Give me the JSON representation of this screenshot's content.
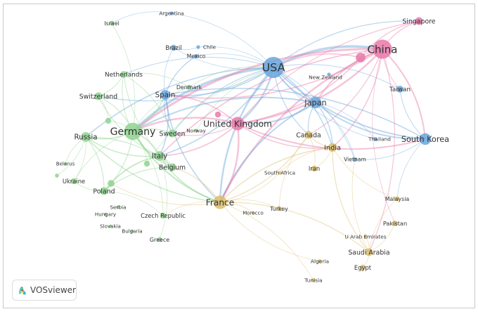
{
  "colors": {
    "cluster_blue": "#6aa6dc",
    "cluster_pink": "#e879a9",
    "cluster_green": "#8fd38f",
    "cluster_yellow": "#dcbd6c"
  },
  "branding": {
    "logo_text": "VOSviewer",
    "logo_icon": "vosviewer-logo-icon"
  },
  "nodes": [
    {
      "id": "USA",
      "label": "USA",
      "cluster": "blue",
      "weight": 10
    },
    {
      "id": "China",
      "label": "China",
      "cluster": "pink",
      "weight": 9
    },
    {
      "id": "pink2",
      "label": "",
      "cluster": "pink",
      "weight": 4
    },
    {
      "id": "Singapore",
      "label": "Singapore",
      "cluster": "pink",
      "weight": 3
    },
    {
      "id": "Taiwan",
      "label": "Taiwan",
      "cluster": "blue",
      "weight": 2.5
    },
    {
      "id": "Japan",
      "label": "Japan",
      "cluster": "blue",
      "weight": 5
    },
    {
      "id": "South Korea",
      "label": "South Korea",
      "cluster": "blue",
      "weight": 5
    },
    {
      "id": "Thailand",
      "label": "Thailand",
      "cluster": "blue",
      "weight": 1
    },
    {
      "id": "New Zealand",
      "label": "New Zealand",
      "cluster": "blue",
      "weight": 0.8
    },
    {
      "id": "Vietnam",
      "label": "Vietnam",
      "cluster": "blue",
      "weight": 1.2
    },
    {
      "id": "Canada",
      "label": "Canada",
      "cluster": "yellow",
      "weight": 3
    },
    {
      "id": "India",
      "label": "India",
      "cluster": "yellow",
      "weight": 3.5
    },
    {
      "id": "Iran",
      "label": "Iran",
      "cluster": "yellow",
      "weight": 2
    },
    {
      "id": "South Africa",
      "label": "South Africa",
      "cluster": "yellow",
      "weight": 0.8
    },
    {
      "id": "Turkey",
      "label": "Turkey",
      "cluster": "yellow",
      "weight": 1.5
    },
    {
      "id": "Morocco",
      "label": "Morocco",
      "cluster": "yellow",
      "weight": 0.6
    },
    {
      "id": "France",
      "label": "France",
      "cluster": "yellow",
      "weight": 6
    },
    {
      "id": "Malaysia",
      "label": "Malaysia",
      "cluster": "yellow",
      "weight": 1.5
    },
    {
      "id": "Pakistan",
      "label": "Pakistan",
      "cluster": "yellow",
      "weight": 1.8
    },
    {
      "id": "U Arab Emirates",
      "label": "U Arab Emirates",
      "cluster": "yellow",
      "weight": 0.8
    },
    {
      "id": "Saudi Arabia",
      "label": "Saudi Arabia",
      "cluster": "yellow",
      "weight": 3
    },
    {
      "id": "Egypt",
      "label": "Egypt",
      "cluster": "yellow",
      "weight": 2
    },
    {
      "id": "Algeria",
      "label": "Algeria",
      "cluster": "yellow",
      "weight": 1
    },
    {
      "id": "Tunisia",
      "label": "Tunisia",
      "cluster": "yellow",
      "weight": 1
    },
    {
      "id": "United Kingdom",
      "label": "United Kingdom",
      "cluster": "pink",
      "weight": 6
    },
    {
      "id": "pink3",
      "label": "",
      "cluster": "pink",
      "weight": 2
    },
    {
      "id": "Germany",
      "label": "Germany",
      "cluster": "green",
      "weight": 8
    },
    {
      "id": "Russia",
      "label": "Russia",
      "cluster": "green",
      "weight": 4
    },
    {
      "id": "Switzerland",
      "label": "Switzerland",
      "cluster": "green",
      "weight": 3
    },
    {
      "id": "Netherlands",
      "label": "Netherlands",
      "cluster": "green",
      "weight": 2.5
    },
    {
      "id": "Spain",
      "label": "Spain",
      "cluster": "blue",
      "weight": 4
    },
    {
      "id": "Denmark",
      "label": "Denmark",
      "cluster": "green",
      "weight": 1.5
    },
    {
      "id": "Sweden",
      "label": "Sweden",
      "cluster": "green",
      "weight": 3
    },
    {
      "id": "Norway",
      "label": "Norway",
      "cluster": "green",
      "weight": 0.8
    },
    {
      "id": "Italy",
      "label": "Italy",
      "cluster": "green",
      "weight": 4
    },
    {
      "id": "Belgium",
      "label": "Belgium",
      "cluster": "green",
      "weight": 3
    },
    {
      "id": "green2",
      "label": "",
      "cluster": "green",
      "weight": 2
    },
    {
      "id": "green3",
      "label": "",
      "cluster": "green",
      "weight": 2
    },
    {
      "id": "Belarus",
      "label": "Belarus",
      "cluster": "green",
      "weight": 0.6
    },
    {
      "id": "green4",
      "label": "",
      "cluster": "green",
      "weight": 1
    },
    {
      "id": "Ukraine",
      "label": "Ukraine",
      "cluster": "green",
      "weight": 2
    },
    {
      "id": "Poland",
      "label": "Poland",
      "cluster": "green",
      "weight": 3
    },
    {
      "id": "green5",
      "label": "",
      "cluster": "green",
      "weight": 2.5
    },
    {
      "id": "Serbia",
      "label": "Serbia",
      "cluster": "green",
      "weight": 0.8
    },
    {
      "id": "Hungary",
      "label": "Hungary",
      "cluster": "green",
      "weight": 0.6
    },
    {
      "id": "Slovakia",
      "label": "Slovakia",
      "cluster": "green",
      "weight": 0.6
    },
    {
      "id": "Bulgaria",
      "label": "Bulgaria",
      "cluster": "green",
      "weight": 0.6
    },
    {
      "id": "Czech Republic",
      "label": "Czech Republic",
      "cluster": "green",
      "weight": 2
    },
    {
      "id": "Greece",
      "label": "Greece",
      "cluster": "green",
      "weight": 1.5
    },
    {
      "id": "Israel",
      "label": "Israel",
      "cluster": "green",
      "weight": 1.5
    },
    {
      "id": "Argentina",
      "label": "Argentina",
      "cluster": "blue",
      "weight": 0.8
    },
    {
      "id": "Brazil",
      "label": "Brazil",
      "cluster": "blue",
      "weight": 2
    },
    {
      "id": "Chile",
      "label": "Chile",
      "cluster": "blue",
      "weight": 0.8
    },
    {
      "id": "Mexico",
      "label": "Mexico",
      "cluster": "blue",
      "weight": 1.2
    }
  ],
  "links": [
    [
      "USA",
      "China"
    ],
    [
      "USA",
      "Japan"
    ],
    [
      "USA",
      "United Kingdom"
    ],
    [
      "USA",
      "Germany"
    ],
    [
      "USA",
      "Spain"
    ],
    [
      "USA",
      "South Korea"
    ],
    [
      "USA",
      "Taiwan"
    ],
    [
      "USA",
      "Canada"
    ],
    [
      "USA",
      "India"
    ],
    [
      "USA",
      "France"
    ],
    [
      "USA",
      "Brazil"
    ],
    [
      "USA",
      "Mexico"
    ],
    [
      "USA",
      "Italy"
    ],
    [
      "USA",
      "Thailand"
    ],
    [
      "USA",
      "Singapore"
    ],
    [
      "USA",
      "Netherlands"
    ],
    [
      "USA",
      "Switzerland"
    ],
    [
      "USA",
      "Sweden"
    ],
    [
      "USA",
      "Vietnam"
    ],
    [
      "USA",
      "Russia"
    ],
    [
      "China",
      "Singapore"
    ],
    [
      "China",
      "Japan"
    ],
    [
      "China",
      "United Kingdom"
    ],
    [
      "China",
      "Taiwan"
    ],
    [
      "China",
      "South Korea"
    ],
    [
      "China",
      "pink2"
    ],
    [
      "China",
      "India"
    ],
    [
      "China",
      "Germany"
    ],
    [
      "China",
      "Saudi Arabia"
    ],
    [
      "China",
      "Pakistan"
    ],
    [
      "China",
      "Canada"
    ],
    [
      "China",
      "France"
    ],
    [
      "China",
      "Spain"
    ],
    [
      "China",
      "Italy"
    ],
    [
      "pink2",
      "Singapore"
    ],
    [
      "pink2",
      "USA"
    ],
    [
      "pink2",
      "United Kingdom"
    ],
    [
      "Japan",
      "South Korea"
    ],
    [
      "Japan",
      "Thailand"
    ],
    [
      "Japan",
      "Canada"
    ],
    [
      "Japan",
      "India"
    ],
    [
      "Japan",
      "Germany"
    ],
    [
      "Japan",
      "United Kingdom"
    ],
    [
      "Japan",
      "France"
    ],
    [
      "Japan",
      "Vietnam"
    ],
    [
      "United Kingdom",
      "Germany"
    ],
    [
      "United Kingdom",
      "France"
    ],
    [
      "United Kingdom",
      "Spain"
    ],
    [
      "United Kingdom",
      "Italy"
    ],
    [
      "United Kingdom",
      "India"
    ],
    [
      "United Kingdom",
      "Singapore"
    ],
    [
      "United Kingdom",
      "pink3"
    ],
    [
      "United Kingdom",
      "Sweden"
    ],
    [
      "United Kingdom",
      "South Korea"
    ],
    [
      "Germany",
      "Russia"
    ],
    [
      "Germany",
      "Switzerland"
    ],
    [
      "Germany",
      "Netherlands"
    ],
    [
      "Germany",
      "Spain"
    ],
    [
      "Germany",
      "Italy"
    ],
    [
      "Germany",
      "France"
    ],
    [
      "Germany",
      "Sweden"
    ],
    [
      "Germany",
      "Belgium"
    ],
    [
      "Germany",
      "Poland"
    ],
    [
      "Germany",
      "Ukraine"
    ],
    [
      "Germany",
      "Czech Republic"
    ],
    [
      "Germany",
      "Israel"
    ],
    [
      "Germany",
      "Denmark"
    ],
    [
      "Germany",
      "green2"
    ],
    [
      "Russia",
      "Ukraine"
    ],
    [
      "Russia",
      "Belarus"
    ],
    [
      "Russia",
      "Poland"
    ],
    [
      "Russia",
      "Italy"
    ],
    [
      "Russia",
      "Belgium"
    ],
    [
      "Russia",
      "France"
    ],
    [
      "Russia",
      "green4"
    ],
    [
      "Switzerland",
      "Netherlands"
    ],
    [
      "Switzerland",
      "green2"
    ],
    [
      "Switzerland",
      "Italy"
    ],
    [
      "Spain",
      "Italy"
    ],
    [
      "Spain",
      "France"
    ],
    [
      "Spain",
      "Brazil"
    ],
    [
      "Spain",
      "Sweden"
    ],
    [
      "Spain",
      "Mexico"
    ],
    [
      "Italy",
      "France"
    ],
    [
      "Italy",
      "Belgium"
    ],
    [
      "Italy",
      "Poland"
    ],
    [
      "Italy",
      "Greece"
    ],
    [
      "Italy",
      "green5"
    ],
    [
      "France",
      "Morocco"
    ],
    [
      "France",
      "Algeria"
    ],
    [
      "France",
      "Tunisia"
    ],
    [
      "France",
      "Canada"
    ],
    [
      "France",
      "India"
    ],
    [
      "France",
      "Belgium"
    ],
    [
      "France",
      "Turkey"
    ],
    [
      "France",
      "South Africa"
    ],
    [
      "France",
      "Saudi Arabia"
    ],
    [
      "France",
      "Czech Republic"
    ],
    [
      "France",
      "green5"
    ],
    [
      "India",
      "Saudi Arabia"
    ],
    [
      "India",
      "Iran"
    ],
    [
      "India",
      "Malaysia"
    ],
    [
      "India",
      "Canada"
    ],
    [
      "India",
      "South Africa"
    ],
    [
      "Saudi Arabia",
      "Egypt"
    ],
    [
      "Saudi Arabia",
      "Pakistan"
    ],
    [
      "Saudi Arabia",
      "Malaysia"
    ],
    [
      "Saudi Arabia",
      "U Arab Emirates"
    ],
    [
      "Saudi Arabia",
      "Vietnam"
    ],
    [
      "Canada",
      "Turkey"
    ],
    [
      "Canada",
      "Iran"
    ],
    [
      "South Korea",
      "Malaysia"
    ],
    [
      "South Korea",
      "Vietnam"
    ],
    [
      "South Korea",
      "Spain"
    ],
    [
      "South Korea",
      "Taiwan"
    ],
    [
      "Argentina",
      "Israel"
    ],
    [
      "Argentina",
      "USA"
    ],
    [
      "Brazil",
      "Chile"
    ],
    [
      "Chile",
      "USA"
    ],
    [
      "Mexico",
      "Spain"
    ],
    [
      "Poland",
      "Ukraine"
    ],
    [
      "Poland",
      "green5"
    ],
    [
      "Poland",
      "Belgium"
    ],
    [
      "Czech Republic",
      "Poland"
    ],
    [
      "Denmark",
      "USA"
    ],
    [
      "Denmark",
      "Netherlands"
    ],
    [
      "Norway",
      "USA"
    ],
    [
      "Sweden",
      "Netherlands"
    ],
    [
      "Belgium",
      "Netherlands"
    ],
    [
      "green3",
      "Germany"
    ],
    [
      "green3",
      "USA"
    ]
  ]
}
